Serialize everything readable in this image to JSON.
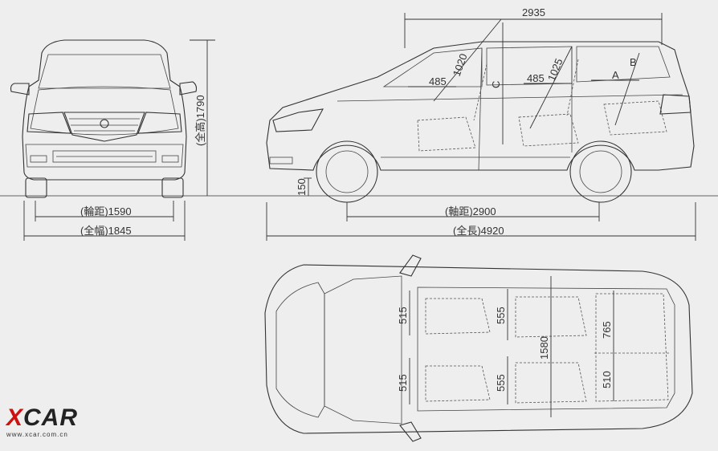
{
  "dimensions": {
    "track_label": "(輪距)1590",
    "width_label": "(全幅)1845",
    "height_label": "(全高)1790",
    "wheelbase_label": "(軸距)2900",
    "length_label": "(全長)4920",
    "ground_clearance": "150",
    "roof_length": "2935",
    "row1_headroom": "1020",
    "row2_headroom": "1025",
    "row1_seat_depth": "485",
    "row2_seat_depth": "485",
    "letter_a": "A",
    "letter_b": "B",
    "letter_c": "C",
    "front_seat_width_left": "515",
    "front_seat_width_right": "515",
    "mid_seat_width_left": "555",
    "mid_seat_width_right": "555",
    "interior_width": "1580",
    "rear_seat_width_top": "765",
    "rear_seat_width_bottom": "510"
  },
  "watermark": {
    "brand_x": "X",
    "brand_car": "CAR",
    "url": "www.xcar.com.cn",
    "brand_color": "#cc1111"
  }
}
